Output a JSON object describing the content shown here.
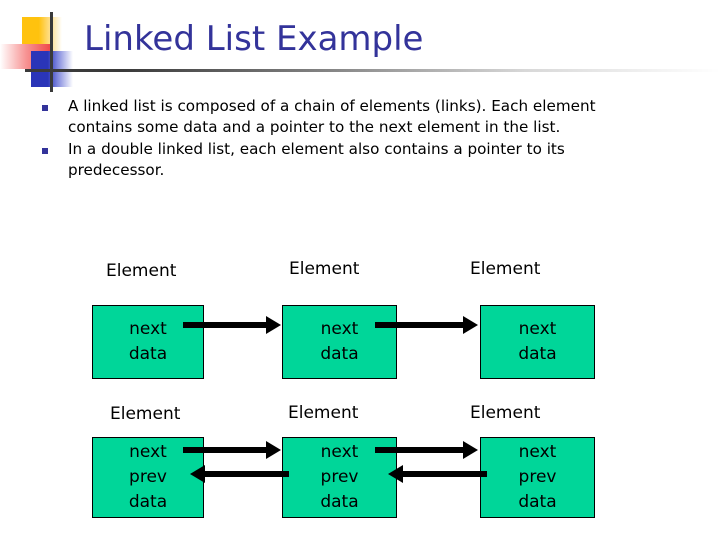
{
  "slide": {
    "title": "Linked List Example",
    "accent_title_color": "#33339A",
    "node_fill_color": "#00D699",
    "bullet_color": "#33339A"
  },
  "bullets": [
    {
      "marker": "square-bullet",
      "text": "A linked list is composed of a chain of elements (links). Each element contains some data and a pointer to the next element in the list."
    },
    {
      "marker": "square-bullet",
      "text": "In a double linked list, each element also contains a pointer to its predecessor."
    }
  ],
  "diagram": {
    "rows": [
      {
        "name": "singly-linked-list",
        "nodes": [
          {
            "label": "Element",
            "fields": [
              "next",
              "data"
            ]
          },
          {
            "label": "Element",
            "fields": [
              "next",
              "data"
            ]
          },
          {
            "label": "Element",
            "fields": [
              "next",
              "data"
            ]
          }
        ],
        "arrows": [
          "next-forward",
          "next-forward"
        ]
      },
      {
        "name": "doubly-linked-list",
        "nodes": [
          {
            "label": "Element",
            "fields": [
              "next",
              "prev",
              "data"
            ]
          },
          {
            "label": "Element",
            "fields": [
              "next",
              "prev",
              "data"
            ]
          },
          {
            "label": "Element",
            "fields": [
              "next",
              "prev",
              "data"
            ]
          }
        ],
        "arrows": [
          "next-forward",
          "prev-backward",
          "next-forward",
          "prev-backward"
        ]
      }
    ]
  }
}
